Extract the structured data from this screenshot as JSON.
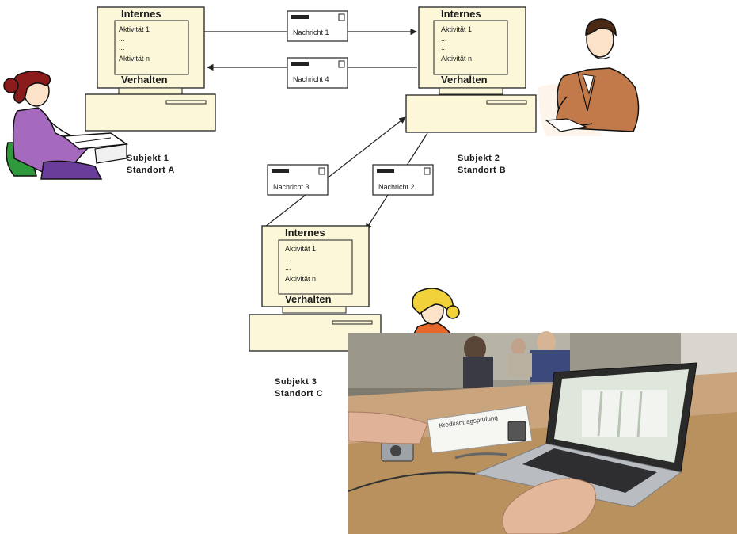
{
  "colors": {
    "computer_fill": "#fbf7d8",
    "line": "#222222",
    "person1_shirt": "#a569bd",
    "person1_hair": "#8b1a1a",
    "person1_chair": "#2e9a3c",
    "person2_suit": "#c27a4a",
    "person3_shirt": "#e8662a",
    "person3_hair": "#f2d23a"
  },
  "subjects": [
    {
      "computer": {
        "internal_label": "Internes",
        "activities": [
          "Aktivität 1",
          "...",
          "...",
          "Aktivität n"
        ],
        "behavior_label": "Verhalten"
      },
      "caption": {
        "line1": "Subjekt 1",
        "line2": "Standort A"
      }
    },
    {
      "computer": {
        "internal_label": "Internes",
        "activities": [
          "Aktivität 1",
          "...",
          "...",
          "Aktivität n"
        ],
        "behavior_label": "Verhalten"
      },
      "caption": {
        "line1": "Subjekt 2",
        "line2": "Standort B"
      }
    },
    {
      "computer": {
        "internal_label": "Internes",
        "activities": [
          "Aktivität 1",
          "...",
          "...",
          "Aktivität n"
        ],
        "behavior_label": "Verhalten"
      },
      "caption": {
        "line1": "Subjekt 3",
        "line2": "Standort C"
      }
    }
  ],
  "messages": [
    "Nachricht 1",
    "Nachricht 4",
    "Nachricht 3",
    "Nachricht 2"
  ],
  "photo": {
    "name_card_text": "Kreditantragsprüfung"
  }
}
